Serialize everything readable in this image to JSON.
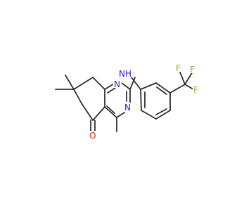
{
  "colors": {
    "carbon_bond": "#2f2f2f",
    "nitrogen": "#2a22c8",
    "oxygen": "#e0211f",
    "fluorine": "#88b83e",
    "background": "#ffffff"
  },
  "atoms": {
    "n1": "N",
    "n2": "N",
    "nh": "NH",
    "o": "O",
    "f1": "F",
    "f2": "F",
    "f3": "F"
  }
}
